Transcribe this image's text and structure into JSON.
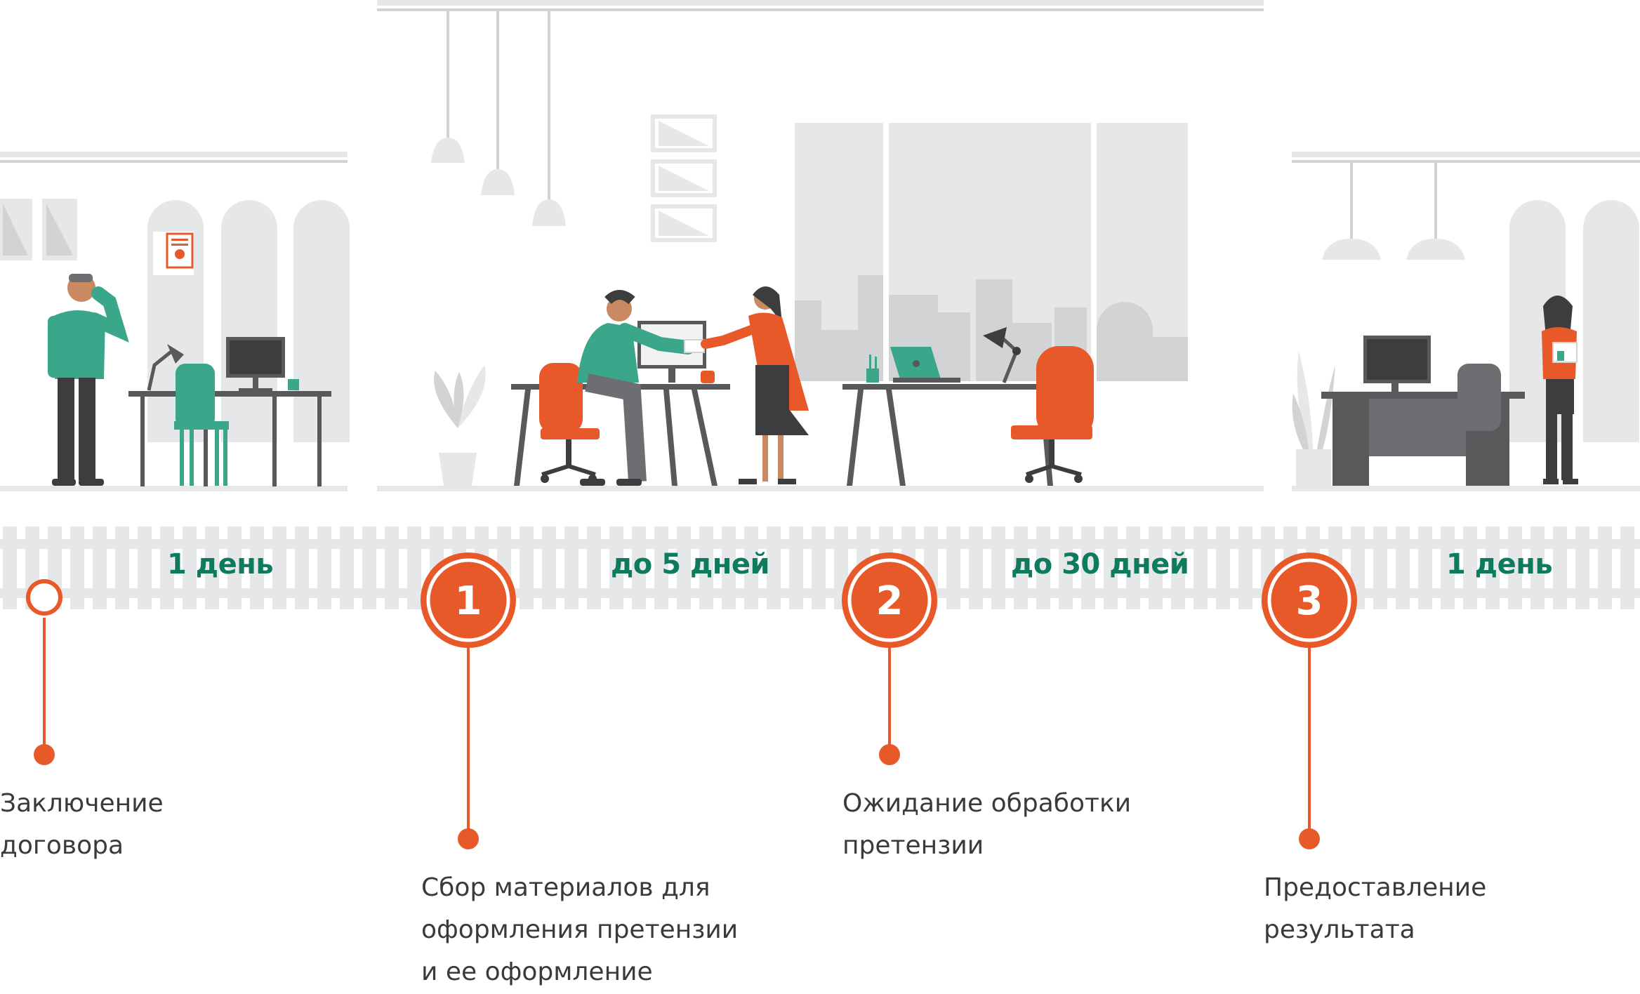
{
  "colors": {
    "accent": "#e8592a",
    "green": "#0e7a5e",
    "teal": "#3aa68a",
    "gray_light": "#e6e7e8",
    "gray_mid": "#d1d3d4",
    "gray_dark": "#58595b",
    "text": "#3a3a3a"
  },
  "timeline": {
    "durations": [
      "1 день",
      "до 5 дней",
      "до 30 дней",
      "1 день"
    ],
    "steps": [
      {
        "number": "",
        "label_lines": [
          "Заключение",
          "договора"
        ]
      },
      {
        "number": "1",
        "label_lines": [
          "Сбор материалов для",
          "оформления претензии",
          "и ее оформление"
        ]
      },
      {
        "number": "2",
        "label_lines": [
          "Ожидание обработки",
          "претензии"
        ]
      },
      {
        "number": "3",
        "label_lines": [
          "Предоставление",
          "результата"
        ]
      }
    ]
  }
}
